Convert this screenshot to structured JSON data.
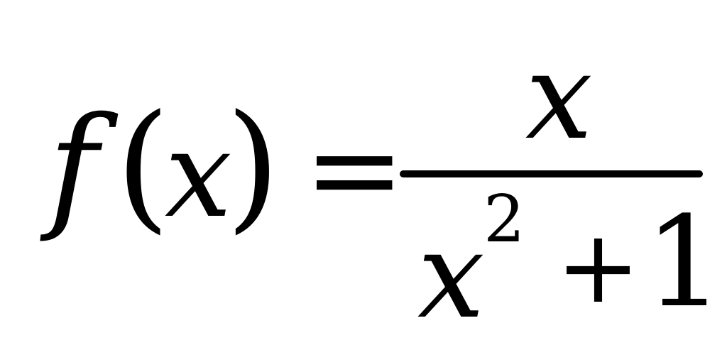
{
  "formula": {
    "function_name": "f",
    "open_paren": "(",
    "argument": "x",
    "close_paren": ")",
    "equals": "=",
    "numerator": "x",
    "denominator": {
      "base": "x",
      "exponent": "2",
      "operator": "+",
      "constant": "1"
    }
  }
}
